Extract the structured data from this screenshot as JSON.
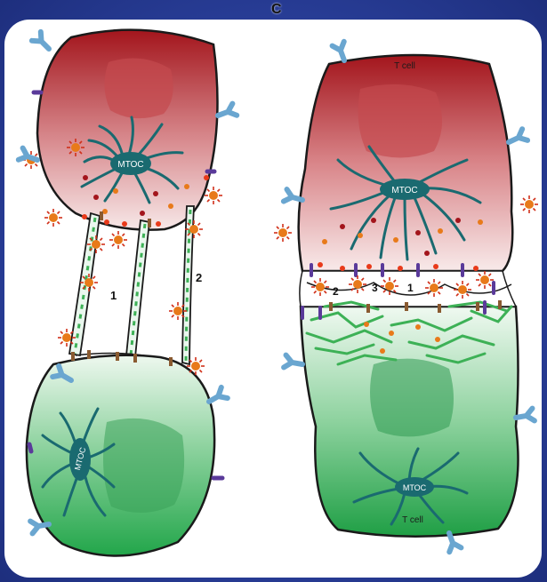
{
  "panel_label": "C",
  "left": {
    "mtoc_top": "MTOC",
    "mtoc_bottom": "MTOC",
    "label_1": "1",
    "label_2": "2"
  },
  "right": {
    "top_cell": "T cell",
    "bottom_cell": "T cell",
    "mtoc_top": "MTOC",
    "mtoc_bottom": "MTOC",
    "label_2": "2",
    "label_3": "3",
    "label_1": "1"
  },
  "colors": {
    "background": "#2a3f9a",
    "red_cell": "#a3151c",
    "green_cell": "#22a64a",
    "microtubule": "#1a6a70",
    "receptor": "#6aa6d0",
    "granule": "#e87a1a"
  }
}
